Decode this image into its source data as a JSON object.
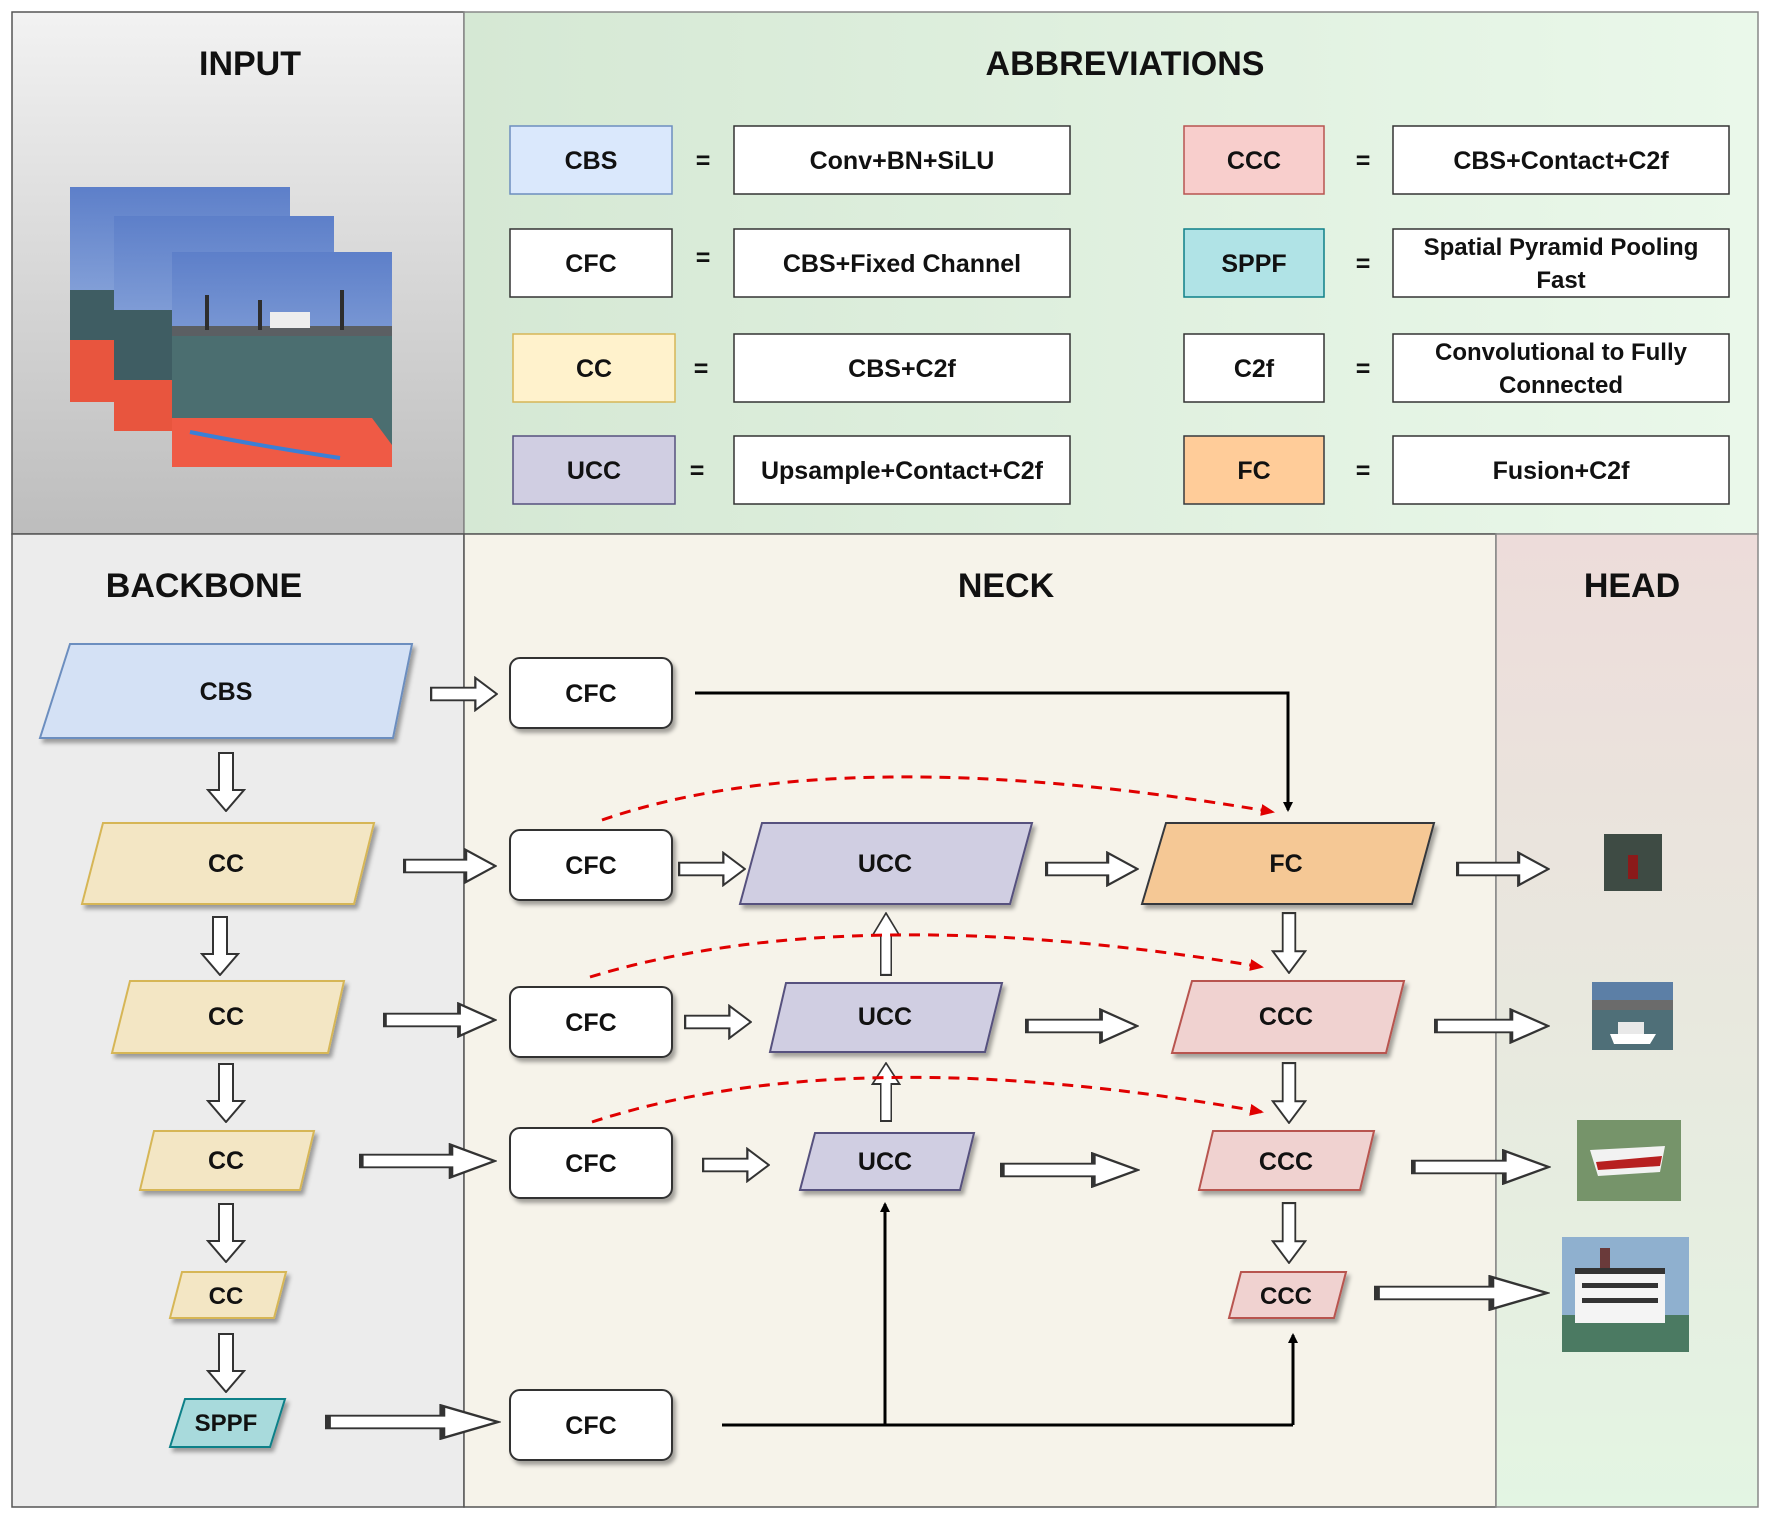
{
  "sections": {
    "input": "INPUT",
    "abbreviations": "ABBREVIATIONS",
    "backbone": "BACKBONE",
    "neck": "NECK",
    "head": "HEAD"
  },
  "abbreviations": [
    {
      "abbr": "CBS",
      "eq": "=",
      "full": "Conv+BN+SiLU",
      "color": "#dae8fc"
    },
    {
      "abbr": "CFC",
      "eq": "=",
      "full": "CBS+Fixed Channel",
      "color": "#ffffff"
    },
    {
      "abbr": "CC",
      "eq": "=",
      "full": "CBS+C2f",
      "color": "#fff2cc"
    },
    {
      "abbr": "UCC",
      "eq": "=",
      "full": "Upsample+Contact+C2f",
      "color": "#d0cee2"
    },
    {
      "abbr": "CCC",
      "eq": "=",
      "full": "CBS+Contact+C2f",
      "color": "#f8cecc"
    },
    {
      "abbr": "SPPF",
      "eq": "=",
      "full_line1": "Spatial Pyramid Pooling",
      "full_line2": "Fast",
      "color": "#b0e3e6"
    },
    {
      "abbr": "C2f",
      "eq": "=",
      "full_line1": "Convolutional to Fully",
      "full_line2": "Connected",
      "color": "#ffffff"
    },
    {
      "abbr": "FC",
      "eq": "=",
      "full": "Fusion+C2f",
      "color": "#ffcc99"
    }
  ],
  "backbone": [
    "CBS",
    "CC",
    "CC",
    "CC",
    "CC",
    "SPPF"
  ],
  "neck": {
    "cfc": [
      "CFC",
      "CFC",
      "CFC",
      "CFC",
      "CFC"
    ],
    "ucc": [
      "UCC",
      "UCC",
      "UCC"
    ],
    "fusion": [
      "FC",
      "CCC",
      "CCC",
      "CCC"
    ]
  },
  "colors": {
    "cbs": "#d4e1f5",
    "cc": "#f3e6c4",
    "ucc": "#d0cee2",
    "fc": "#f5c895",
    "ccc": "#f0d2d0",
    "sppf": "#a8dadc",
    "dashed_arrow": "#e00000"
  }
}
